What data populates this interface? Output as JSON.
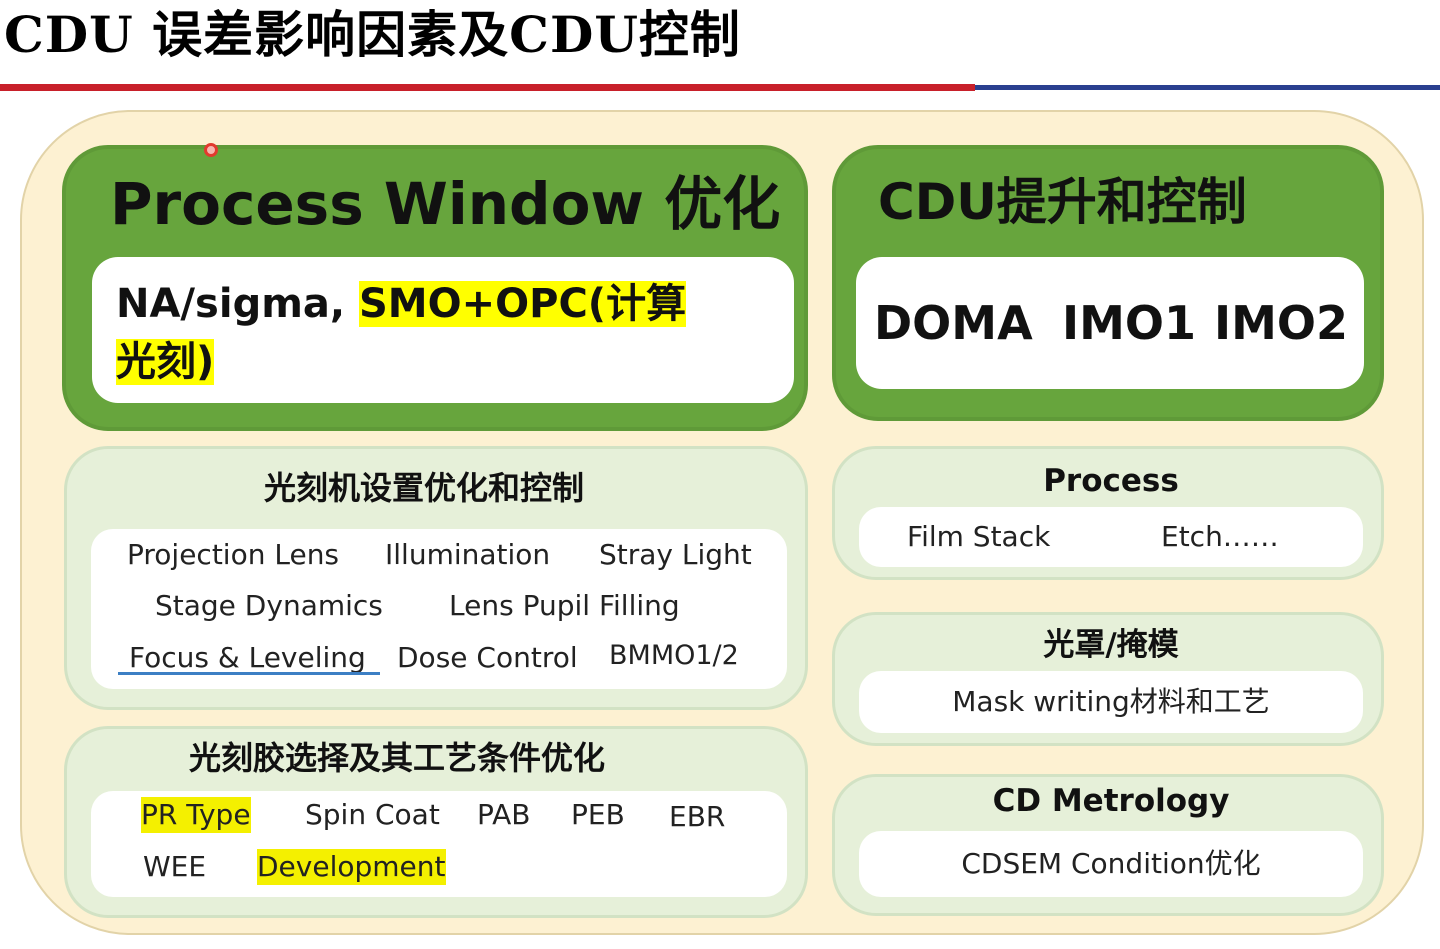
{
  "title": "CDU 误差影响因素及CDU控制",
  "process_window": {
    "title": "Process Window 优化",
    "content_plain": "NA/sigma, ",
    "content_highlight_1": "SMO+OPC(计算",
    "content_highlight_2": "光刻)"
  },
  "cdu_control": {
    "title": "CDU提升和控制",
    "items": [
      "DOMA",
      "IMO1",
      "IMO2"
    ]
  },
  "scanner": {
    "title": "光刻机设置优化和控制",
    "items": [
      "Projection Lens",
      "Illumination",
      "Stray Light",
      "Stage Dynamics",
      "Lens Pupil Filling",
      "Focus & Leveling",
      "Dose Control",
      "BMMO1/2"
    ]
  },
  "resist": {
    "title": "光刻胶选择及其工艺条件优化",
    "items": [
      "PR Type",
      "Spin Coat",
      "PAB",
      "PEB",
      "EBR",
      "WEE",
      "Development"
    ]
  },
  "process": {
    "title": "Process",
    "items": [
      "Film Stack",
      "Etch……"
    ]
  },
  "mask": {
    "title": "光罩/掩模",
    "items": [
      "Mask writing材料和工艺"
    ]
  },
  "metrology": {
    "title": "CD Metrology",
    "items": [
      "CDSEM Condition优化"
    ]
  },
  "colors": {
    "title_rule_red": "#c8202a",
    "title_rule_blue": "#2a3f8f",
    "outer_panel": "#fdf1d2",
    "green_box": "#67a53d",
    "light_box": "#e6f0d9",
    "highlight": "#ffff00"
  }
}
